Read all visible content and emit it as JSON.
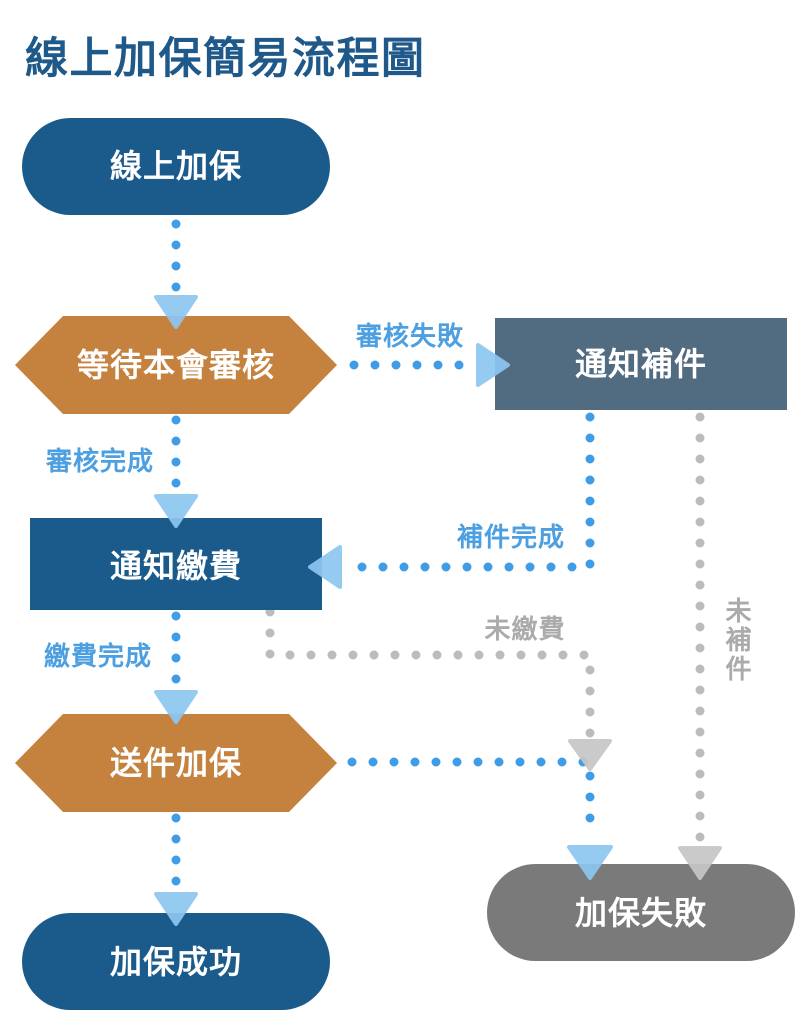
{
  "title": "線上加保簡易流程圖",
  "colors": {
    "title": "#1e598a",
    "primary_node": "#1b5b8b",
    "review_node": "#c5823e",
    "notice_node": "#516c81",
    "failure_node": "#7a7a7a",
    "node_text": "#ffffff"
  },
  "nodes": {
    "online_enrollment": "線上加保",
    "pending_review": "等待本會審核",
    "request_documents": "通知補件",
    "payment_notice": "通知繳費",
    "submit_enrollment": "送件加保",
    "enrollment_success": "加保成功",
    "enrollment_failure": "加保失敗"
  },
  "edges": [
    {
      "from": "線上加保",
      "to": "等待本會審核",
      "color": "#3f9ce7",
      "arrow_color": "#8dc6f0"
    },
    {
      "from": "等待本會審核",
      "to": "通知補件",
      "label": "審核失敗",
      "color": "#3f9ce7",
      "arrow_color": "#8dc6f0",
      "label_color": "#4c9fe0"
    },
    {
      "from": "等待本會審核",
      "to": "通知繳費",
      "label": "審核完成",
      "color": "#3f9ce7",
      "arrow_color": "#8dc6f0",
      "label_color": "#4c9fe0"
    },
    {
      "from": "通知補件",
      "to": "通知繳費",
      "label": "補件完成",
      "color": "#3f9ce7",
      "arrow_color": "#8dc6f0",
      "label_color": "#4c9fe0"
    },
    {
      "from": "通知補件",
      "to": "加保失敗",
      "label": "未補件",
      "color": "#bcbcbc",
      "arrow_color": "#c6c6c6",
      "label_color": "#ababab"
    },
    {
      "from": "通知繳費",
      "to": "送件加保",
      "label": "繳費完成",
      "color": "#3f9ce7",
      "arrow_color": "#8dc6f0",
      "label_color": "#4c9fe0"
    },
    {
      "from": "通知繳費",
      "to": "加保失敗",
      "label": "未繳費",
      "color": "#bcbcbc",
      "arrow_color": "#c6c6c6",
      "label_color": "#ababab"
    },
    {
      "from": "送件加保",
      "to": "加保成功",
      "color": "#3f9ce7",
      "arrow_color": "#8dc6f0"
    },
    {
      "from": "送件加保",
      "to": "加保失敗",
      "color": "#3f9ce7",
      "arrow_color": "#8dc6f0"
    }
  ]
}
